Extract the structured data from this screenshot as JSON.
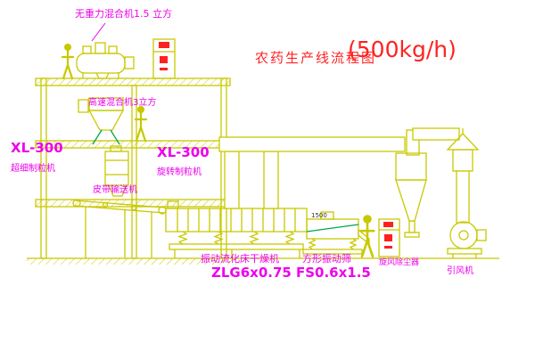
{
  "diagram": {
    "title": "农药生产线流程图",
    "capacity": "(500kg/h)"
  },
  "labels": {
    "gravity_mixer": "无重力混合机1.5 立方",
    "high_speed_mixer": "高速混合机3立方",
    "granulator_left_model": "XL-300",
    "granulator_left_name": "超细制粒机",
    "granulator_right_model": "XL-300",
    "granulator_right_name": "旋转制粒机",
    "belt_conveyor": "皮带输送机",
    "dryer_name": "振动流化床干燥机",
    "dryer_model": "ZLG6x0.75",
    "screen_name": "方形振动筛",
    "screen_model": "FS0.6x1.5",
    "cyclone": "旋风除尘器",
    "fan": "引风机",
    "screen_dimension": "1500"
  },
  "colors": {
    "line_yellow": "#c8c800",
    "label_magenta": "#ee00ee",
    "title_red": "#ff2222",
    "accent_green": "#00a650",
    "mark_red": "#ff2020",
    "background": "#ffffff"
  }
}
